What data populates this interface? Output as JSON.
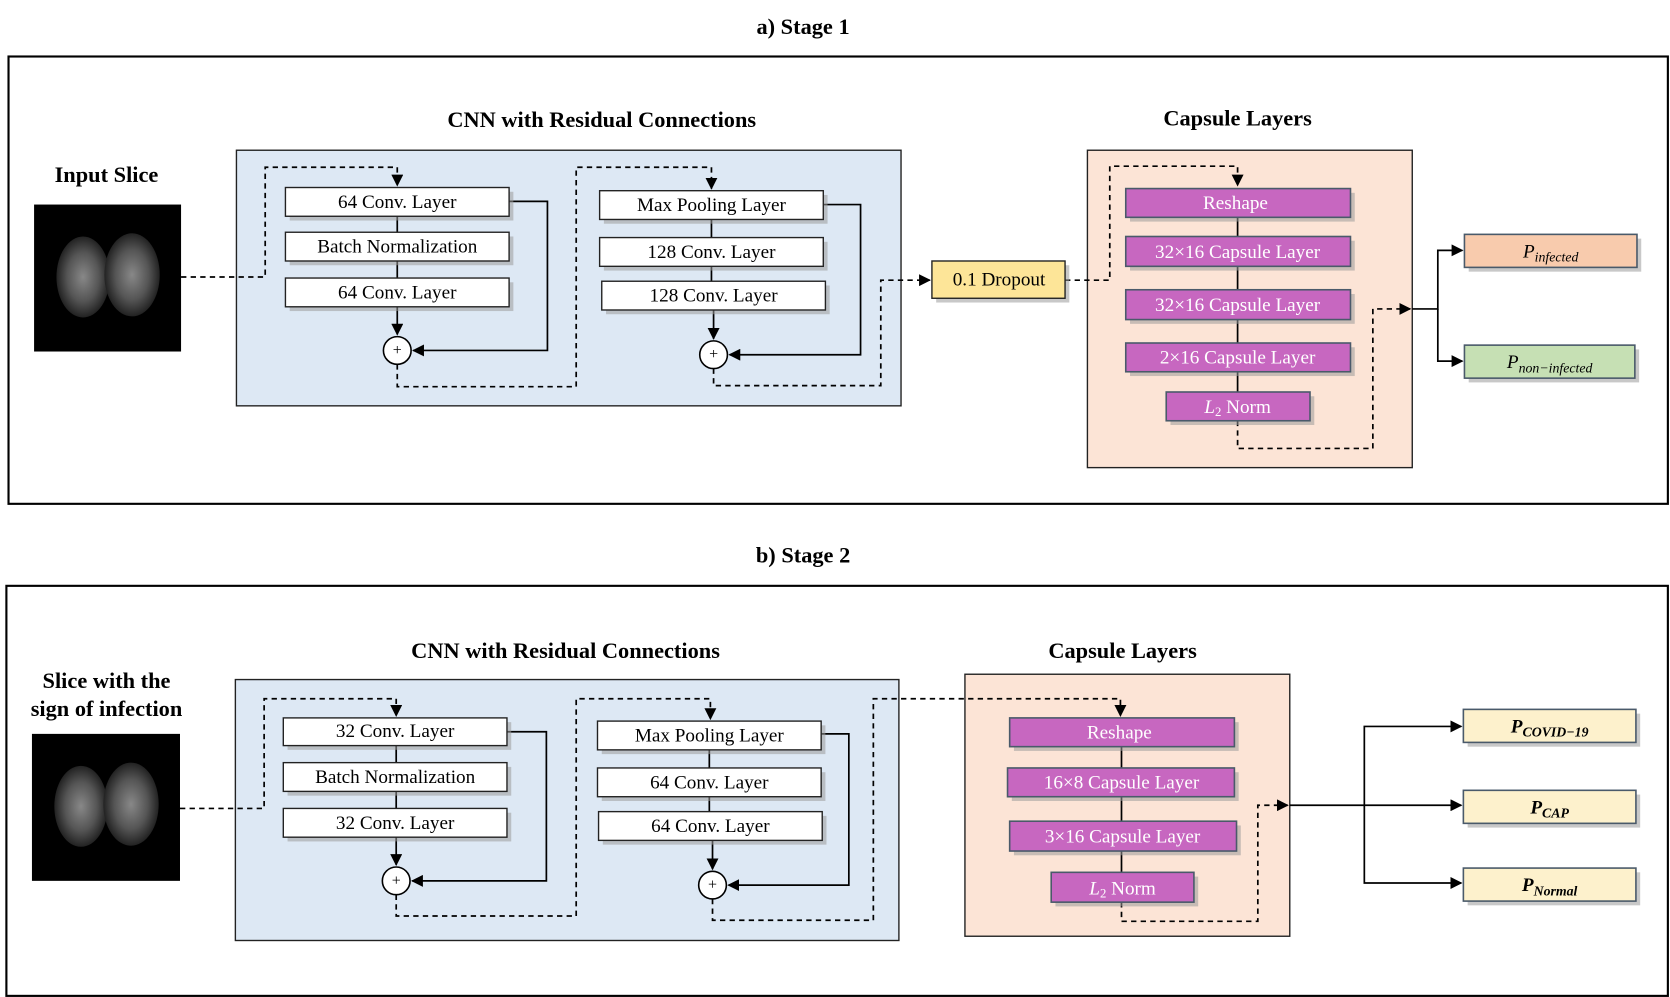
{
  "stage1": {
    "title": "a) Stage 1",
    "input_label": "Input Slice",
    "cnn_title": "CNN with Residual Connections",
    "capsule_title": "Capsule Layers",
    "cnn_block1": [
      "64 Conv. Layer",
      "Batch Normalization",
      "64 Conv. Layer"
    ],
    "cnn_block2": [
      "Max Pooling Layer",
      "128 Conv. Layer",
      "128 Conv. Layer"
    ],
    "dropout": "0.1 Dropout",
    "capsule_layers": [
      "Reshape",
      "32×16 Capsule Layer",
      "32×16 Capsule Layer",
      "2×16 Capsule Layer"
    ],
    "norm": {
      "symbol": "L",
      "sub": "2",
      "label": " Norm"
    },
    "outputs": [
      {
        "symbol": "P",
        "sub": "infected",
        "color": "#f8cbad"
      },
      {
        "symbol": "P",
        "sub": "non−infected",
        "color": "#c6e0b4"
      }
    ]
  },
  "stage2": {
    "title": "b) Stage 2",
    "input_label": [
      "Slice with the",
      "sign of infection"
    ],
    "cnn_title": "CNN with Residual Connections",
    "capsule_title": "Capsule Layers",
    "cnn_block1": [
      "32 Conv. Layer",
      "Batch Normalization",
      "32 Conv. Layer"
    ],
    "cnn_block2": [
      "Max Pooling Layer",
      "64 Conv. Layer",
      "64 Conv. Layer"
    ],
    "capsule_layers": [
      "Reshape",
      "16×8 Capsule Layer",
      "3×16 Capsule Layer"
    ],
    "norm": {
      "symbol": "L",
      "sub": "2",
      "label": " Norm"
    },
    "outputs": [
      {
        "symbol": "P",
        "sub": "COVID−19",
        "color": "#fdf1cc"
      },
      {
        "symbol": "P",
        "sub": "CAP",
        "color": "#fdf1cc"
      },
      {
        "symbol": "P",
        "sub": "Normal",
        "color": "#fdf1cc"
      }
    ]
  },
  "colors": {
    "cnn_bg": "#dde8f4",
    "capsule_bg": "#fce4d6",
    "capsule_layer": "#c767c0",
    "dropout": "#fde598"
  },
  "plus_symbol": "+"
}
